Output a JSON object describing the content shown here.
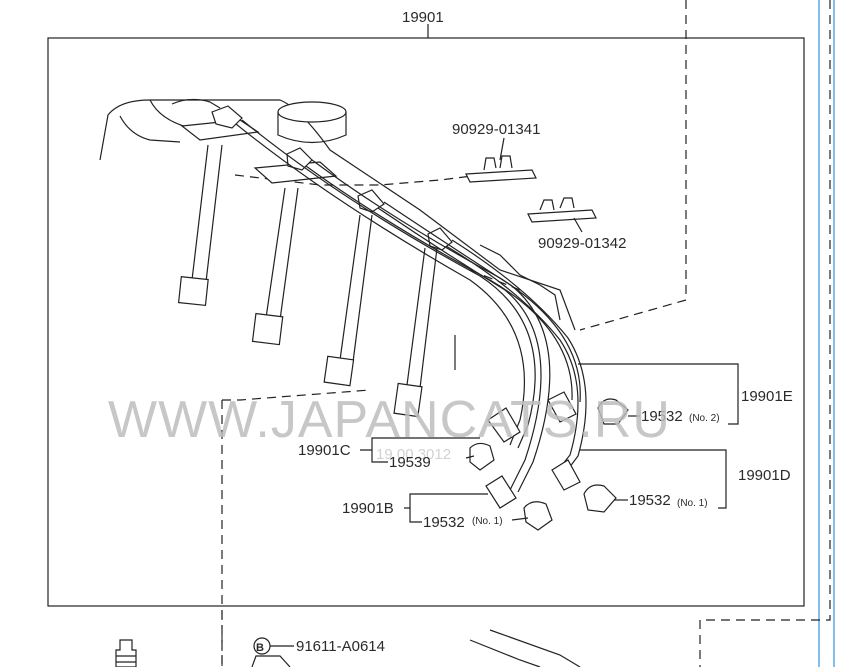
{
  "diagram": {
    "parts": {
      "main_set": "19901",
      "clamp_1": "90929-01341",
      "clamp_2": "90929-01342",
      "cord_e": "19901E",
      "cord_d": "19901D",
      "cord_c": "19901C",
      "cord_b": "19901B",
      "boot_no2": "19532",
      "boot_no2_note": "(No. 2)",
      "boot_no1_right": "19532",
      "boot_no1_right_note": "(No. 1)",
      "boot_no1_left": "19532",
      "boot_no1_left_note": "(No. 1)",
      "boot_19539": "19539",
      "boot_19539_ghost": "19 00 3012",
      "bolt_b_letter": "B",
      "bolt_part": "91611-A0614"
    },
    "watermark": "WWW.JAPANCATS.RU"
  },
  "colors": {
    "line": "#222222",
    "watermark": "#bdbdbd",
    "edge_accent": "#5aa9e6"
  }
}
